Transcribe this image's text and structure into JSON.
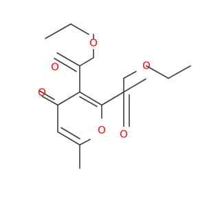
{
  "colors": {
    "bond": "#3d3d3d",
    "carbon": "#3d3d3d",
    "oxygen": "#ff0d0d"
  },
  "atoms": {
    "ester_oxygen_top": "O",
    "carbonyl_oxygen_top": "O",
    "ring_ketone_oxygen": "O",
    "side_chain_carbonyl_oxygen": "O",
    "side_chain_ester_oxygen": "O",
    "ring_oxygen": "O"
  }
}
